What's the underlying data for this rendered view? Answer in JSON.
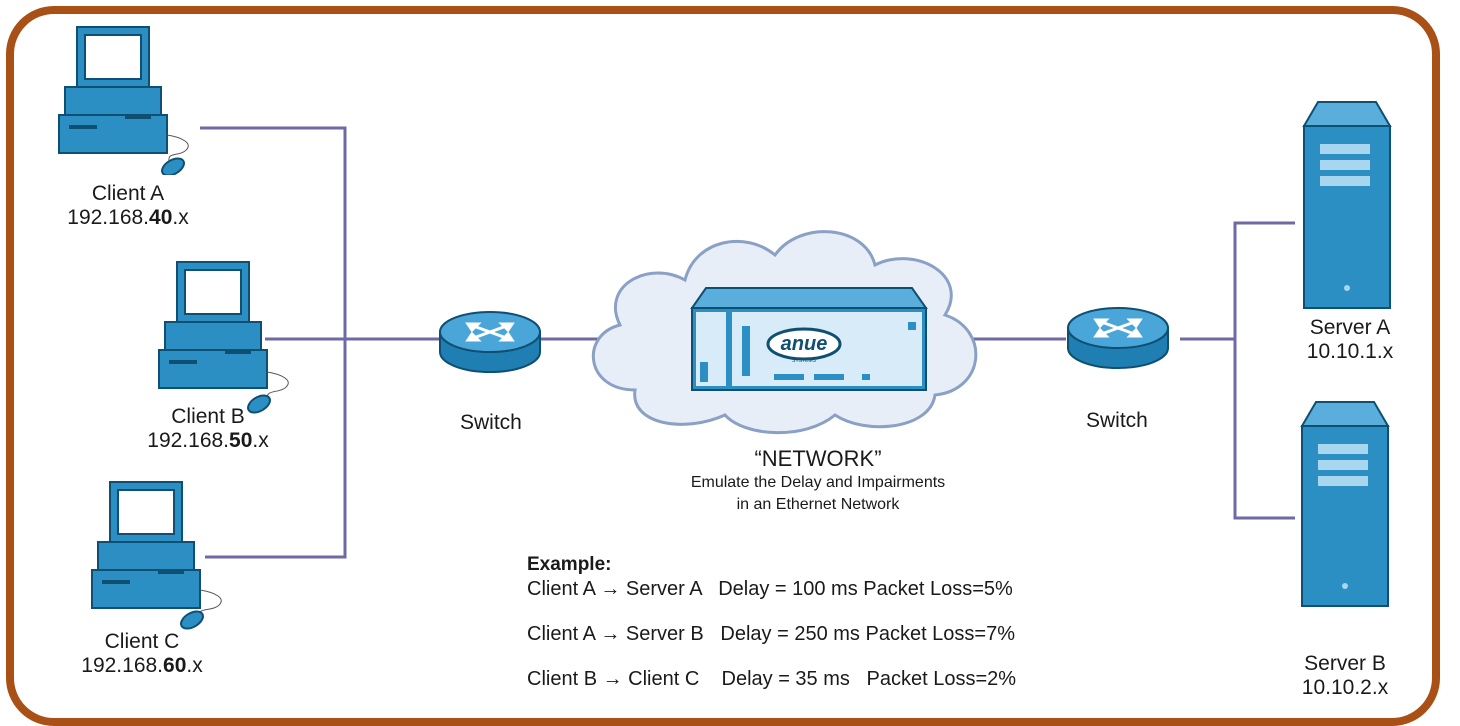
{
  "clients": [
    {
      "name": "Client A",
      "ip_prefix": "192.168.",
      "ip_bold": "40",
      "ip_suffix": ".x"
    },
    {
      "name": "Client B",
      "ip_prefix": "192.168.",
      "ip_bold": "50",
      "ip_suffix": ".x"
    },
    {
      "name": "Client C",
      "ip_prefix": "192.168.",
      "ip_bold": "60",
      "ip_suffix": ".x"
    }
  ],
  "switches": [
    {
      "label": "Switch"
    },
    {
      "label": "Switch"
    }
  ],
  "servers": [
    {
      "name": "Server A",
      "ip": "10.10.1.x"
    },
    {
      "name": "Server B",
      "ip": "10.10.2.x"
    }
  ],
  "network": {
    "title": "“NETWORK”",
    "line1": "Emulate the Delay and Impairments",
    "line2": "in an Ethernet Network",
    "appliance_logo": "anue",
    "appliance_sublogo": "SYSTEMS"
  },
  "example": {
    "heading": "Example:",
    "rows": [
      "Client A → Server A   Delay = 100 ms Packet Loss=5%",
      "Client A → Server B   Delay = 250 ms Packet Loss=7%",
      "Client B → Client C    Delay = 35 ms   Packet Loss=2%"
    ]
  },
  "colors": {
    "frame": "#a85015",
    "device_blue": "#2b8fc4",
    "device_dark": "#0f4f72",
    "wire": "#6e6aa6",
    "cloud_fill": "#e8eef8",
    "cloud_stroke": "#8aa0c4"
  },
  "icons": {
    "client": "desktop-computer-icon",
    "switch": "router-switch-icon",
    "server": "tower-server-icon",
    "cloud": "cloud-icon"
  }
}
